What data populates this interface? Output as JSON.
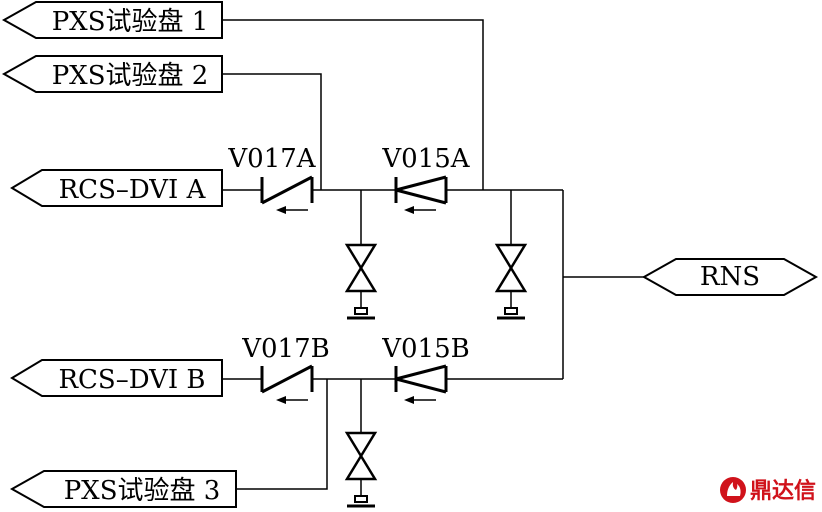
{
  "connectors": {
    "pxs1": "PXS试验盘 1",
    "pxs2": "PXS试验盘 2",
    "rcs_a": "RCS–DVI A",
    "rcs_b": "RCS–DVI B",
    "pxs3": "PXS试验盘 3",
    "rns": "RNS"
  },
  "valves": {
    "v017a": "V017A",
    "v015a": "V015A",
    "v017b": "V017B",
    "v015b": "V015B"
  },
  "watermark": {
    "text": "鼎达信",
    "icon": "fire-logo-icon",
    "color": "#d0121b"
  },
  "line_color": "#000000"
}
